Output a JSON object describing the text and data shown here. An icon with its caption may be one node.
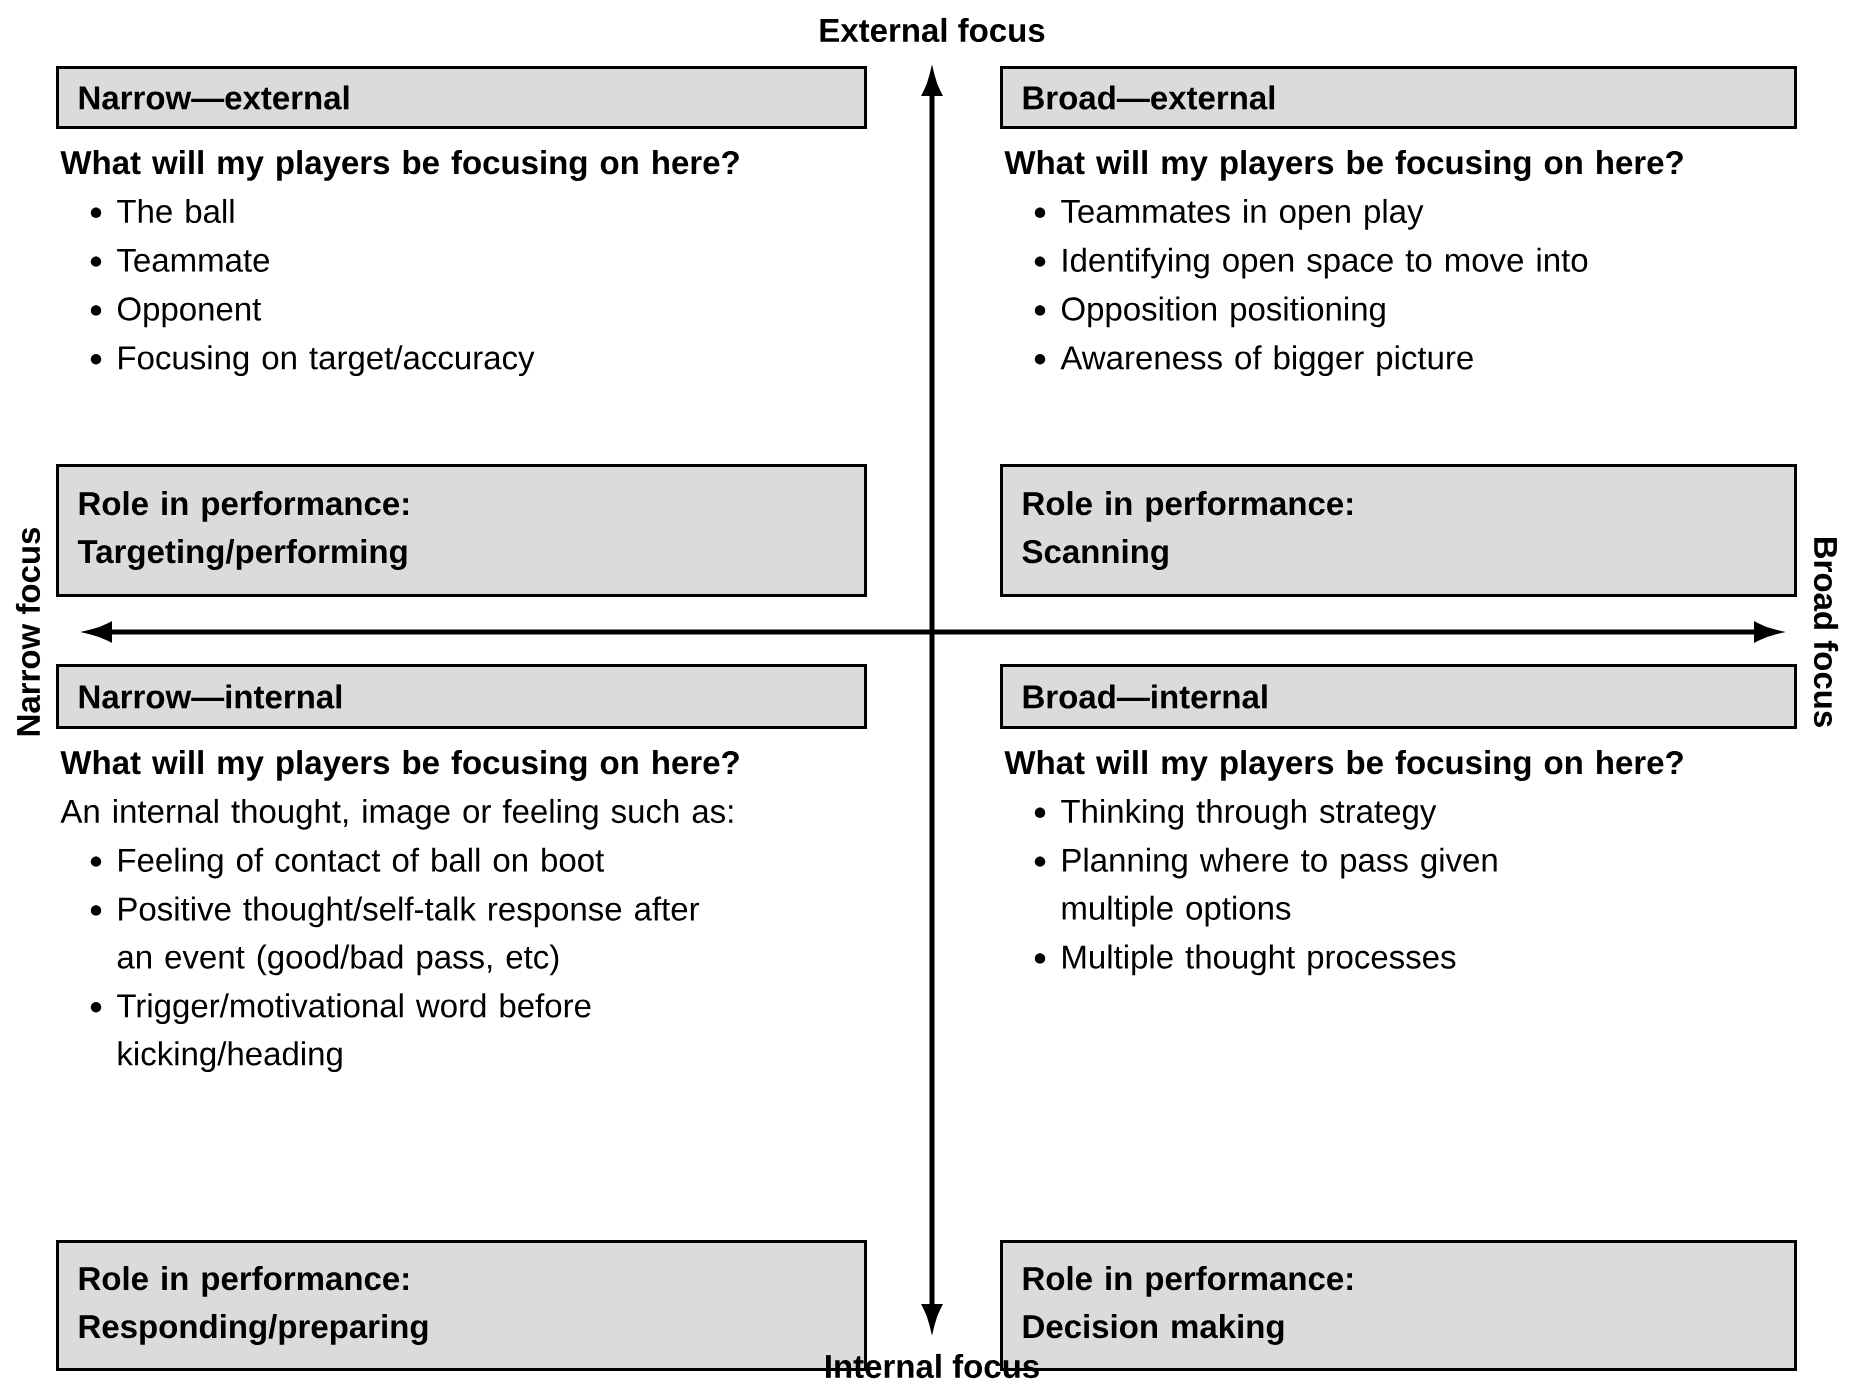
{
  "diagram": {
    "nodes": [
      {
        "text": [
          "Narrow—external"
        ]
      },
      {
        "text": [
          "Role in performance:",
          "Targeting/performing"
        ]
      },
      {
        "text": [
          "Broad—external"
        ]
      },
      {
        "text": [
          "Role in performance:",
          "Scanning"
        ]
      },
      {
        "text": [
          "Narrow—internal"
        ]
      },
      {
        "text": [
          "Role in performance:",
          "Responding/preparing"
        ]
      },
      {
        "text": [
          "Broad—internal"
        ]
      },
      {
        "text": [
          "Role in performance:",
          "Decision making"
        ]
      }
    ],
    "labels": [
      "External focus",
      "What will my players be focusing on here?",
      "The ball",
      "Teammate",
      "Opponent",
      "Focusing on target/accuracy",
      "What will my players be focusing on here?",
      "Teammates in open play",
      "Identifying open space to move into",
      "Opposition positioning",
      "Awareness of bigger picture",
      "Narrow focus",
      "Broad focus",
      "What will my players be focusing on here?",
      "An internal thought, image or feeling such as:",
      "Feeling of contact of ball on boot",
      "Positive thought/self-talk response after an event (good/bad pass, etc)",
      "Trigger/motivational word before kicking/heading",
      "What will my players be focusing on here?",
      "Thinking through strategy",
      "Planning where to pass given multiple options",
      "Multiple thought processes",
      "Internal focus"
    ]
  }
}
